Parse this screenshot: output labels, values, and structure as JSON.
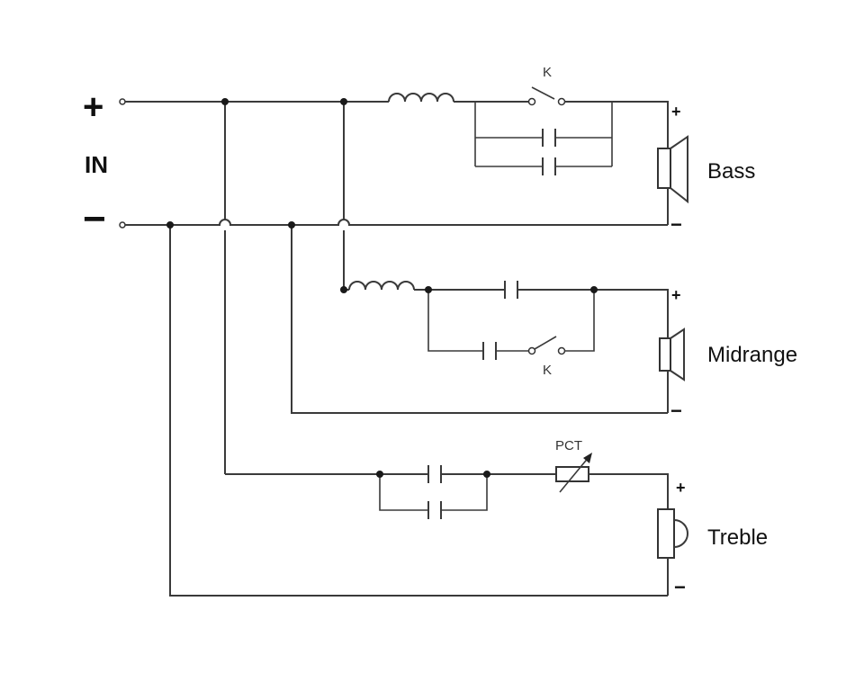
{
  "input": {
    "plus_sign": "+",
    "minus_sign": "−",
    "label": "IN"
  },
  "bass": {
    "label": "Bass",
    "plus": "+",
    "minus": "−",
    "switch_label": "K"
  },
  "midrange": {
    "label": "Midrange",
    "plus": "+",
    "minus": "−",
    "switch_label": "K"
  },
  "treble": {
    "label": "Treble",
    "plus": "+",
    "minus": "−",
    "pct_label": "PCT"
  }
}
